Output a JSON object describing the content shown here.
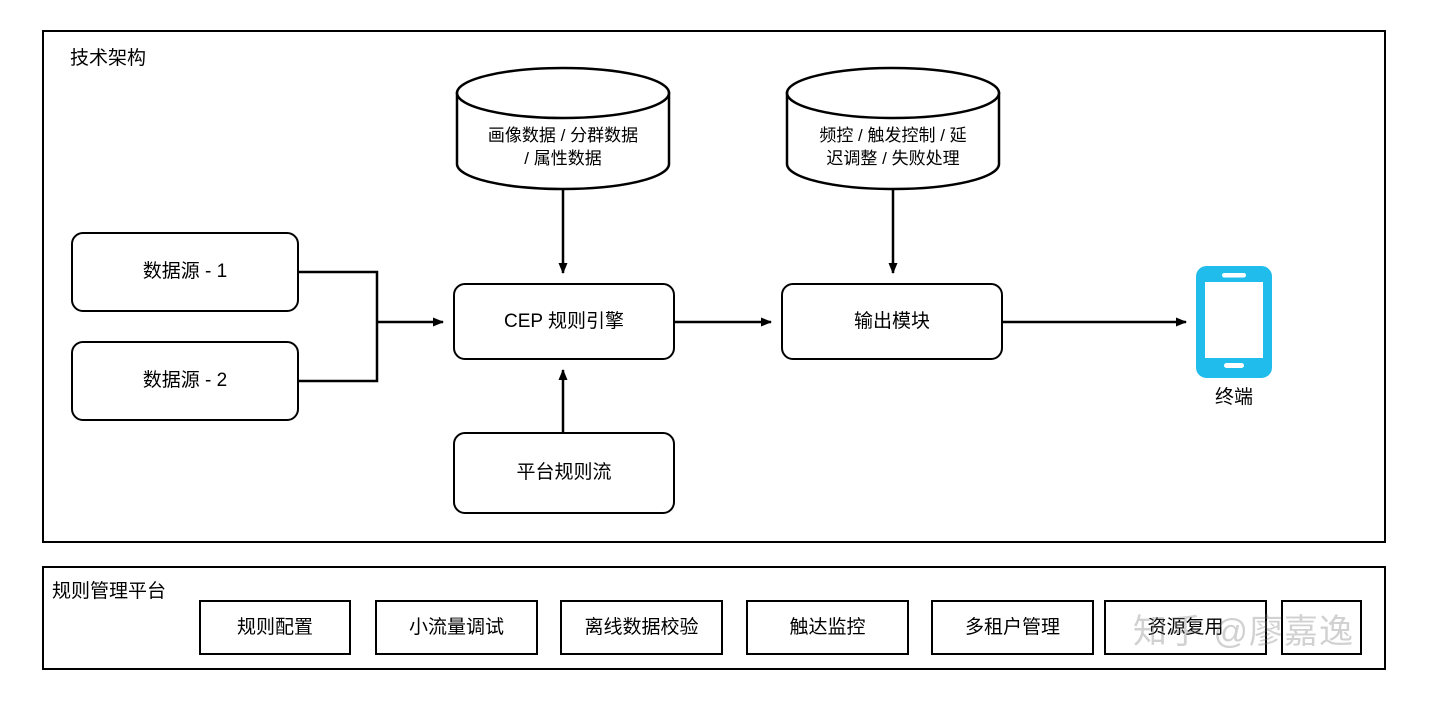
{
  "diagram": {
    "title": "技术架构",
    "architecture_panel": {
      "label": "技术架构",
      "datastores": [
        {
          "name": "profile-datastore",
          "label": "画像数据 / 分群数据\n/ 属性数据"
        },
        {
          "name": "control-datastore",
          "label": "频控 / 触发控制 / 延\n迟调整 / 失败处理"
        }
      ],
      "nodes": [
        {
          "name": "data-source-1",
          "label": "数据源 - 1"
        },
        {
          "name": "data-source-2",
          "label": "数据源 - 2"
        },
        {
          "name": "cep-rule-engine",
          "label": "CEP 规则引擎"
        },
        {
          "name": "output-module",
          "label": "输出模块"
        },
        {
          "name": "platform-rule-flow",
          "label": "平台规则流"
        }
      ],
      "terminal": {
        "label": "终端",
        "icon": "mobile-phone-icon",
        "color": "#20BDEC"
      }
    },
    "rules_panel": {
      "label": "规则管理平台",
      "items": [
        {
          "label": "规则配置"
        },
        {
          "label": "小流量调试"
        },
        {
          "label": "离线数据校验"
        },
        {
          "label": "触达监控"
        },
        {
          "label": "多租户管理"
        },
        {
          "label": "资源复用"
        },
        {
          "label": ""
        }
      ]
    },
    "watermark": "知乎 @廖嘉逸",
    "colors": {
      "stroke": "#000000",
      "background": "#ffffff",
      "terminal_accent": "#20BDEC"
    }
  }
}
